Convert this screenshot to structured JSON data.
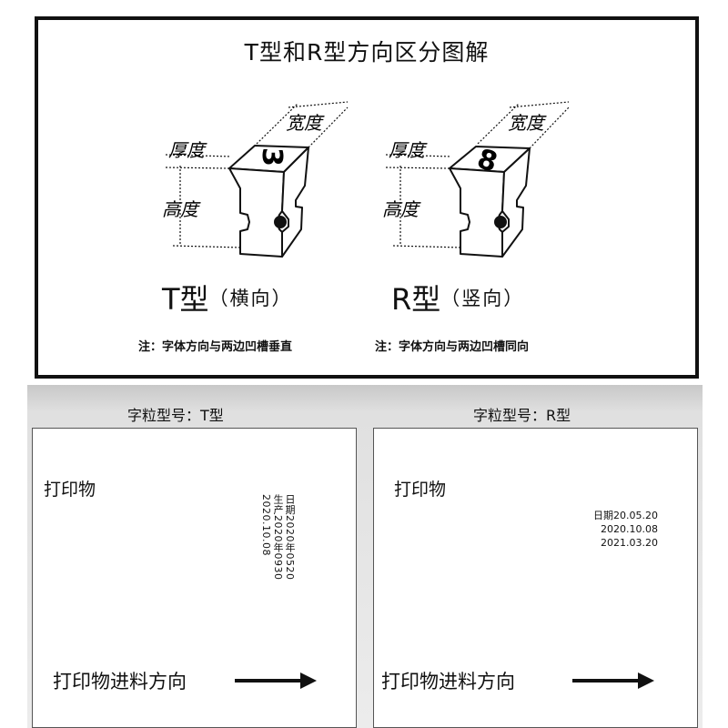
{
  "diagram": {
    "title": "T型和R型方向区分图解",
    "labels": {
      "width": "宽度",
      "thickness": "厚度",
      "height": "高度"
    },
    "t_type": {
      "glyph": "3",
      "name": "T型",
      "orientation": "（横向）",
      "note": "注：字体方向与两边凹槽垂直"
    },
    "r_type": {
      "glyph": "8",
      "name": "R型",
      "orientation": "（竖向）",
      "note": "注：字体方向与两边凹槽同向"
    }
  },
  "bottom": {
    "t_panel": {
      "model_label": "字粒型号：T型",
      "print_label": "打印物",
      "lines": [
        "日期2020年0520",
        "生产2020年0930",
        "2020.10.08"
      ],
      "feed_label": "打印物进料方向"
    },
    "r_panel": {
      "model_label": "字粒型号：R型",
      "print_label": "打印物",
      "lines": [
        "日期20.05.20",
        "2020.10.08",
        "2021.03.20"
      ],
      "feed_label": "打印物进料方向"
    }
  }
}
